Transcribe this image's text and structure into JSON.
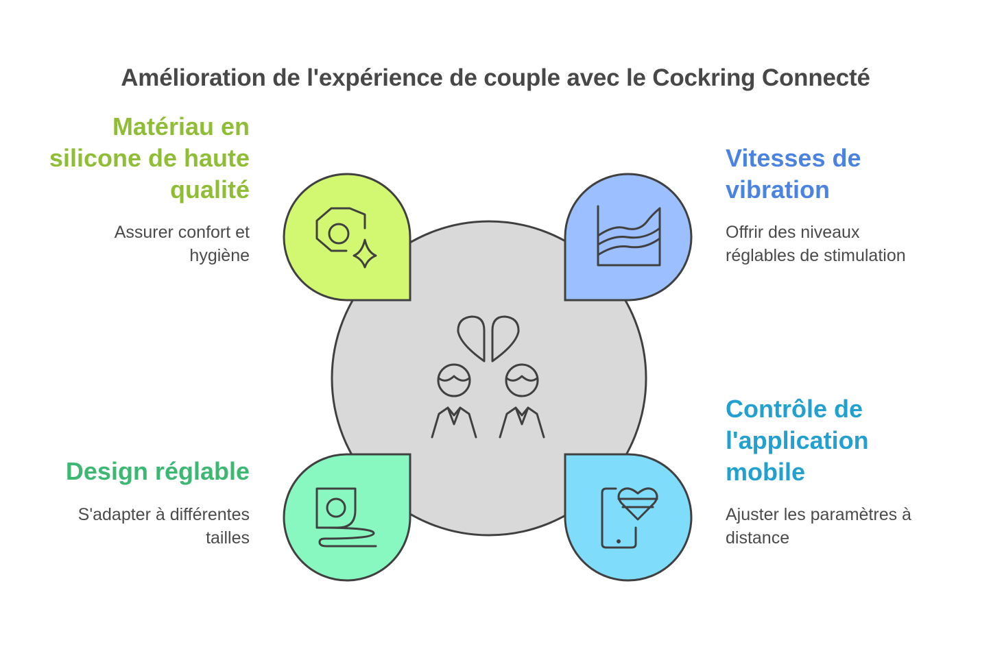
{
  "title": "Amélioration de l'expérience de couple avec le Cockring Connecté",
  "colors": {
    "green": "#8fbe36",
    "blue": "#4a84e0",
    "teal": "#3cb873",
    "cyan": "#22a0cf",
    "center_circle": "#d9d9d9",
    "outline": "#404040"
  },
  "items": [
    {
      "heading_lines": [
        "Matériau en",
        "silicone de haute",
        "qualité"
      ],
      "desc_lines": [
        "Assurer confort et",
        "hygiène"
      ],
      "icon": "silicone-material-icon",
      "color": "#8fbe36"
    },
    {
      "heading_lines": [
        "Vitesses de",
        "vibration"
      ],
      "desc_lines": [
        "Offrir des niveaux",
        "réglables de stimulation"
      ],
      "icon": "vibration-chart-icon",
      "color": "#4a84e0"
    },
    {
      "heading_lines": [
        "Design réglable"
      ],
      "desc_lines": [
        "S'adapter à différentes",
        "tailles"
      ],
      "icon": "measuring-tape-icon",
      "color": "#3cb873"
    },
    {
      "heading_lines": [
        "Contrôle de",
        "l'application",
        "mobile"
      ],
      "desc_lines": [
        "Ajuster les paramètres à",
        "distance"
      ],
      "icon": "phone-heart-icon",
      "color": "#22a0cf"
    }
  ],
  "center_icon": "couple-broken-heart-icon"
}
